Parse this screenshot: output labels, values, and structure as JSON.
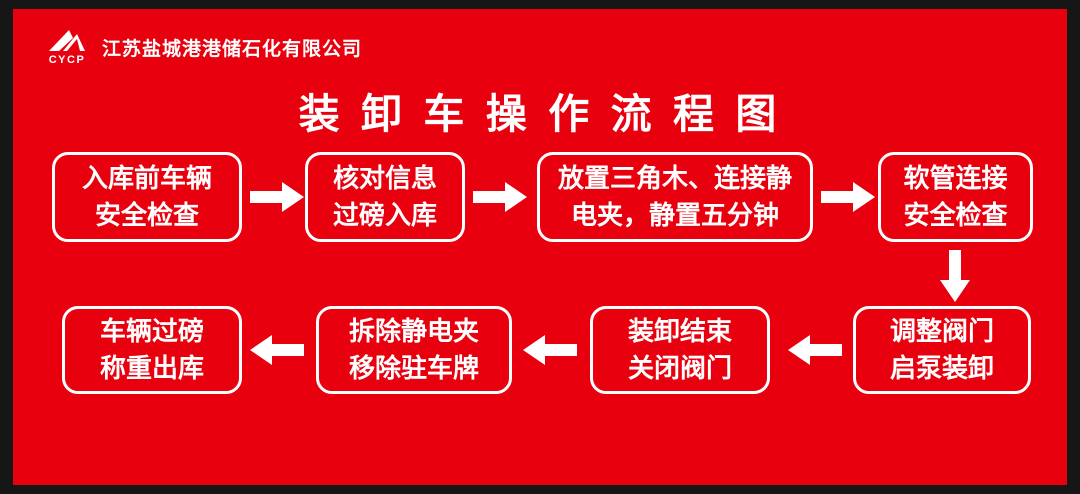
{
  "header": {
    "company": "江苏盐城港港储石化有限公司",
    "logo_text": "CYCP"
  },
  "title": "装 卸 车 操 作 流 程 图",
  "flow": {
    "row1": [
      {
        "line1": "入库前车辆",
        "line2": "安全检查"
      },
      {
        "line1": "核对信息",
        "line2": "过磅入库"
      },
      {
        "line1": "放置三角木、连接静",
        "line2": "电夹，静置五分钟"
      },
      {
        "line1": "软管连接",
        "line2": "安全检查"
      }
    ],
    "row2": [
      {
        "line1": "调整阀门",
        "line2": "启泵装卸"
      },
      {
        "line1": "装卸结束",
        "line2": "关闭阀门"
      },
      {
        "line1": "拆除静电夹",
        "line2": "移除驻车牌"
      },
      {
        "line1": "车辆过磅",
        "line2": "称重出库"
      }
    ]
  },
  "colors": {
    "background_red": "#e8000f",
    "frame_black": "#161616",
    "text_white": "#ffffff"
  }
}
